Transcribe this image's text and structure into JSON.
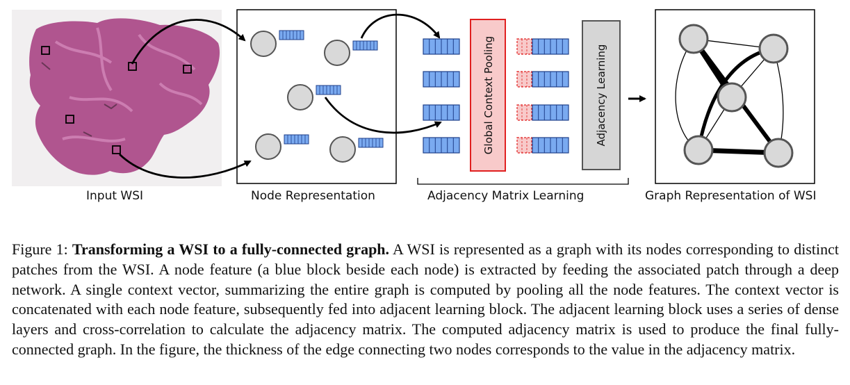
{
  "labels": {
    "input_wsi": "Input WSI",
    "node_representation": "Node Representation",
    "adjacency_matrix_learning": "Adjacency Matrix Learning",
    "graph_representation": "Graph Representation of WSI"
  },
  "blocks": {
    "global_context_pooling": "Global Context Pooling",
    "adjacency_learning": "Adjacency Learning"
  },
  "colors": {
    "tissue": "#b0558f",
    "node_fill": "#d9d9d9",
    "feature_blue": "#7aaaf0",
    "pool_fill": "#f8caca",
    "pool_border": "#e02020",
    "adj_fill": "#d6d6d6"
  },
  "caption": {
    "prefix": "Figure 1: ",
    "title": "Transforming a WSI to a fully-connected graph.",
    "body": " A WSI is represented as a graph with its nodes corresponding to distinct patches from the WSI. A node feature (a blue block beside each node) is extracted by feeding the associated patch through a deep network. A single context vector, summarizing the entire graph is computed by pooling all the node features. The context vector is concatenated with each node feature, subsequently fed into adjacent learning block. The adjacent learning block uses a series of dense layers and cross-correlation to calculate the adjacency matrix. The computed adjacency matrix is used to produce the final fully-connected graph. In the figure, the thickness of the edge connecting two nodes corresponds to the value in the adjacency matrix."
  }
}
